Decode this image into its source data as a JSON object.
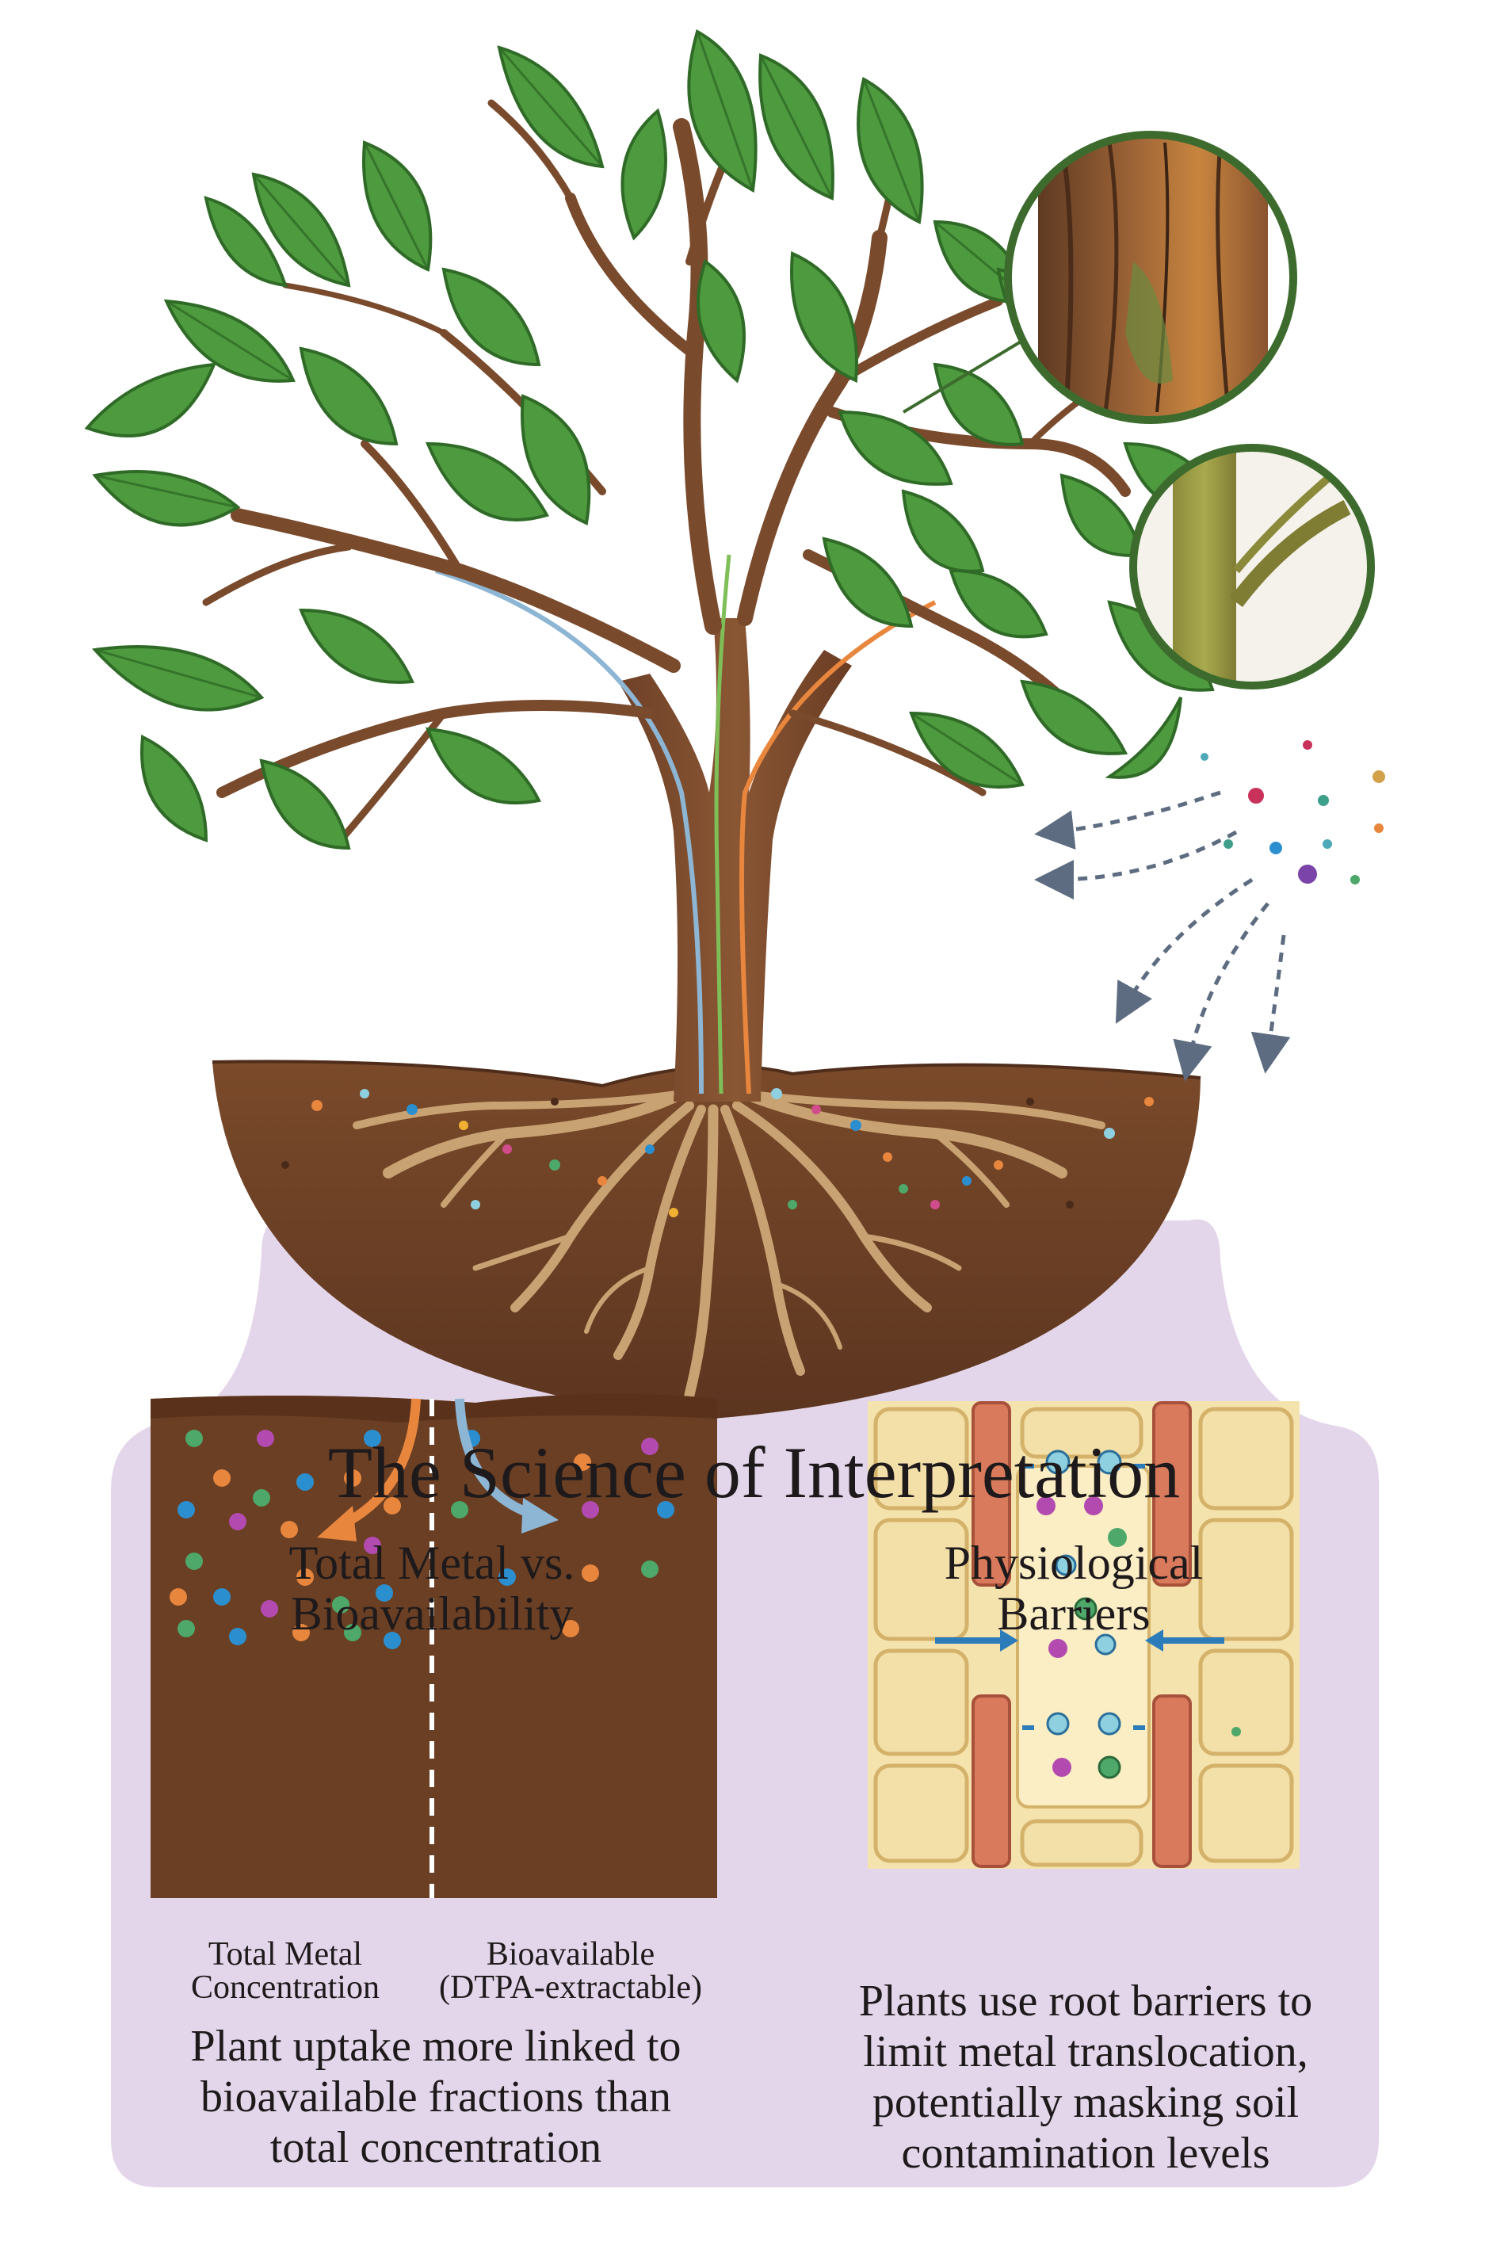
{
  "title": "The Science of Interpretation",
  "left_panel": {
    "heading_lines": [
      "Total Metal vs.",
      "Bioavailability"
    ],
    "label_total_lines": [
      "Total Metal",
      "Concentration"
    ],
    "label_bioavailable_lines": [
      "Bioavailable",
      "(DTPA-extractable)"
    ],
    "description_lines": [
      "Plant uptake more linked to",
      "bioavailable fractions than",
      "total concentration"
    ]
  },
  "right_panel": {
    "heading_lines": [
      "Physiological",
      "Barriers"
    ],
    "description_lines": [
      "Plants use root barriers to",
      "limit metal translocation,",
      "potentially masking soil",
      "contamination levels"
    ]
  },
  "colors": {
    "panel_background": "#e4d6ea",
    "soil": "#6b3f23",
    "leaf": "#4e9a3e",
    "trunk": "#7a4a2c",
    "root": "#c9a273",
    "orange_flow": "#e8863e",
    "blue_flow": "#8db5d4",
    "cell_wall": "#f3dfa8",
    "barrier": "#d97a5c"
  }
}
